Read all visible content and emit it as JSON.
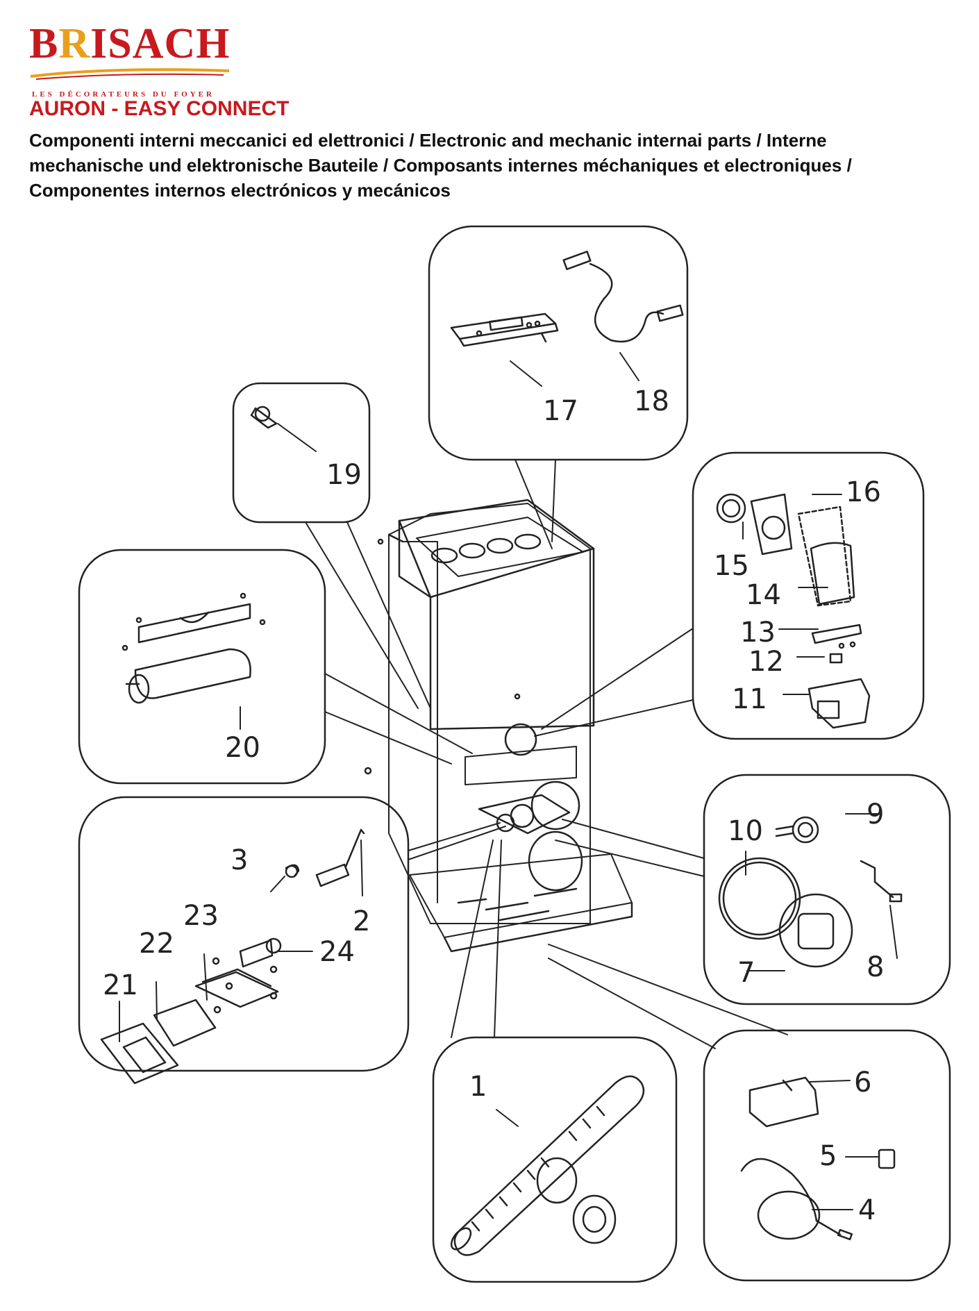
{
  "brand": {
    "name_part1": "B",
    "name_accent": "R",
    "name_part2": "ISACH",
    "tagline": "LES DÉCORATEURS DU FOYER"
  },
  "document": {
    "title": "AURON - EASY CONNECT",
    "subtitle": "Componenti interni meccanici ed elettronici / Electronic and mechanic internai parts / Interne mechanische und elektronische Bauteile / Composants internes méchaniques et electroniques / Componentes internos electrónicos y mecánicos"
  },
  "colors": {
    "brand_red": "#c8191e",
    "brand_gold": "#e8a01c",
    "line": "#222222"
  },
  "parts": {
    "p1": "1",
    "p2": "2",
    "p3": "3",
    "p4": "4",
    "p5": "5",
    "p6": "6",
    "p7": "7",
    "p8": "8",
    "p9": "9",
    "p10": "10",
    "p11": "11",
    "p12": "12",
    "p13": "13",
    "p14": "14",
    "p15": "15",
    "p16": "16",
    "p17": "17",
    "p18": "18",
    "p19": "19",
    "p20": "20",
    "p21": "21",
    "p22": "22",
    "p23": "23",
    "p24": "24"
  }
}
